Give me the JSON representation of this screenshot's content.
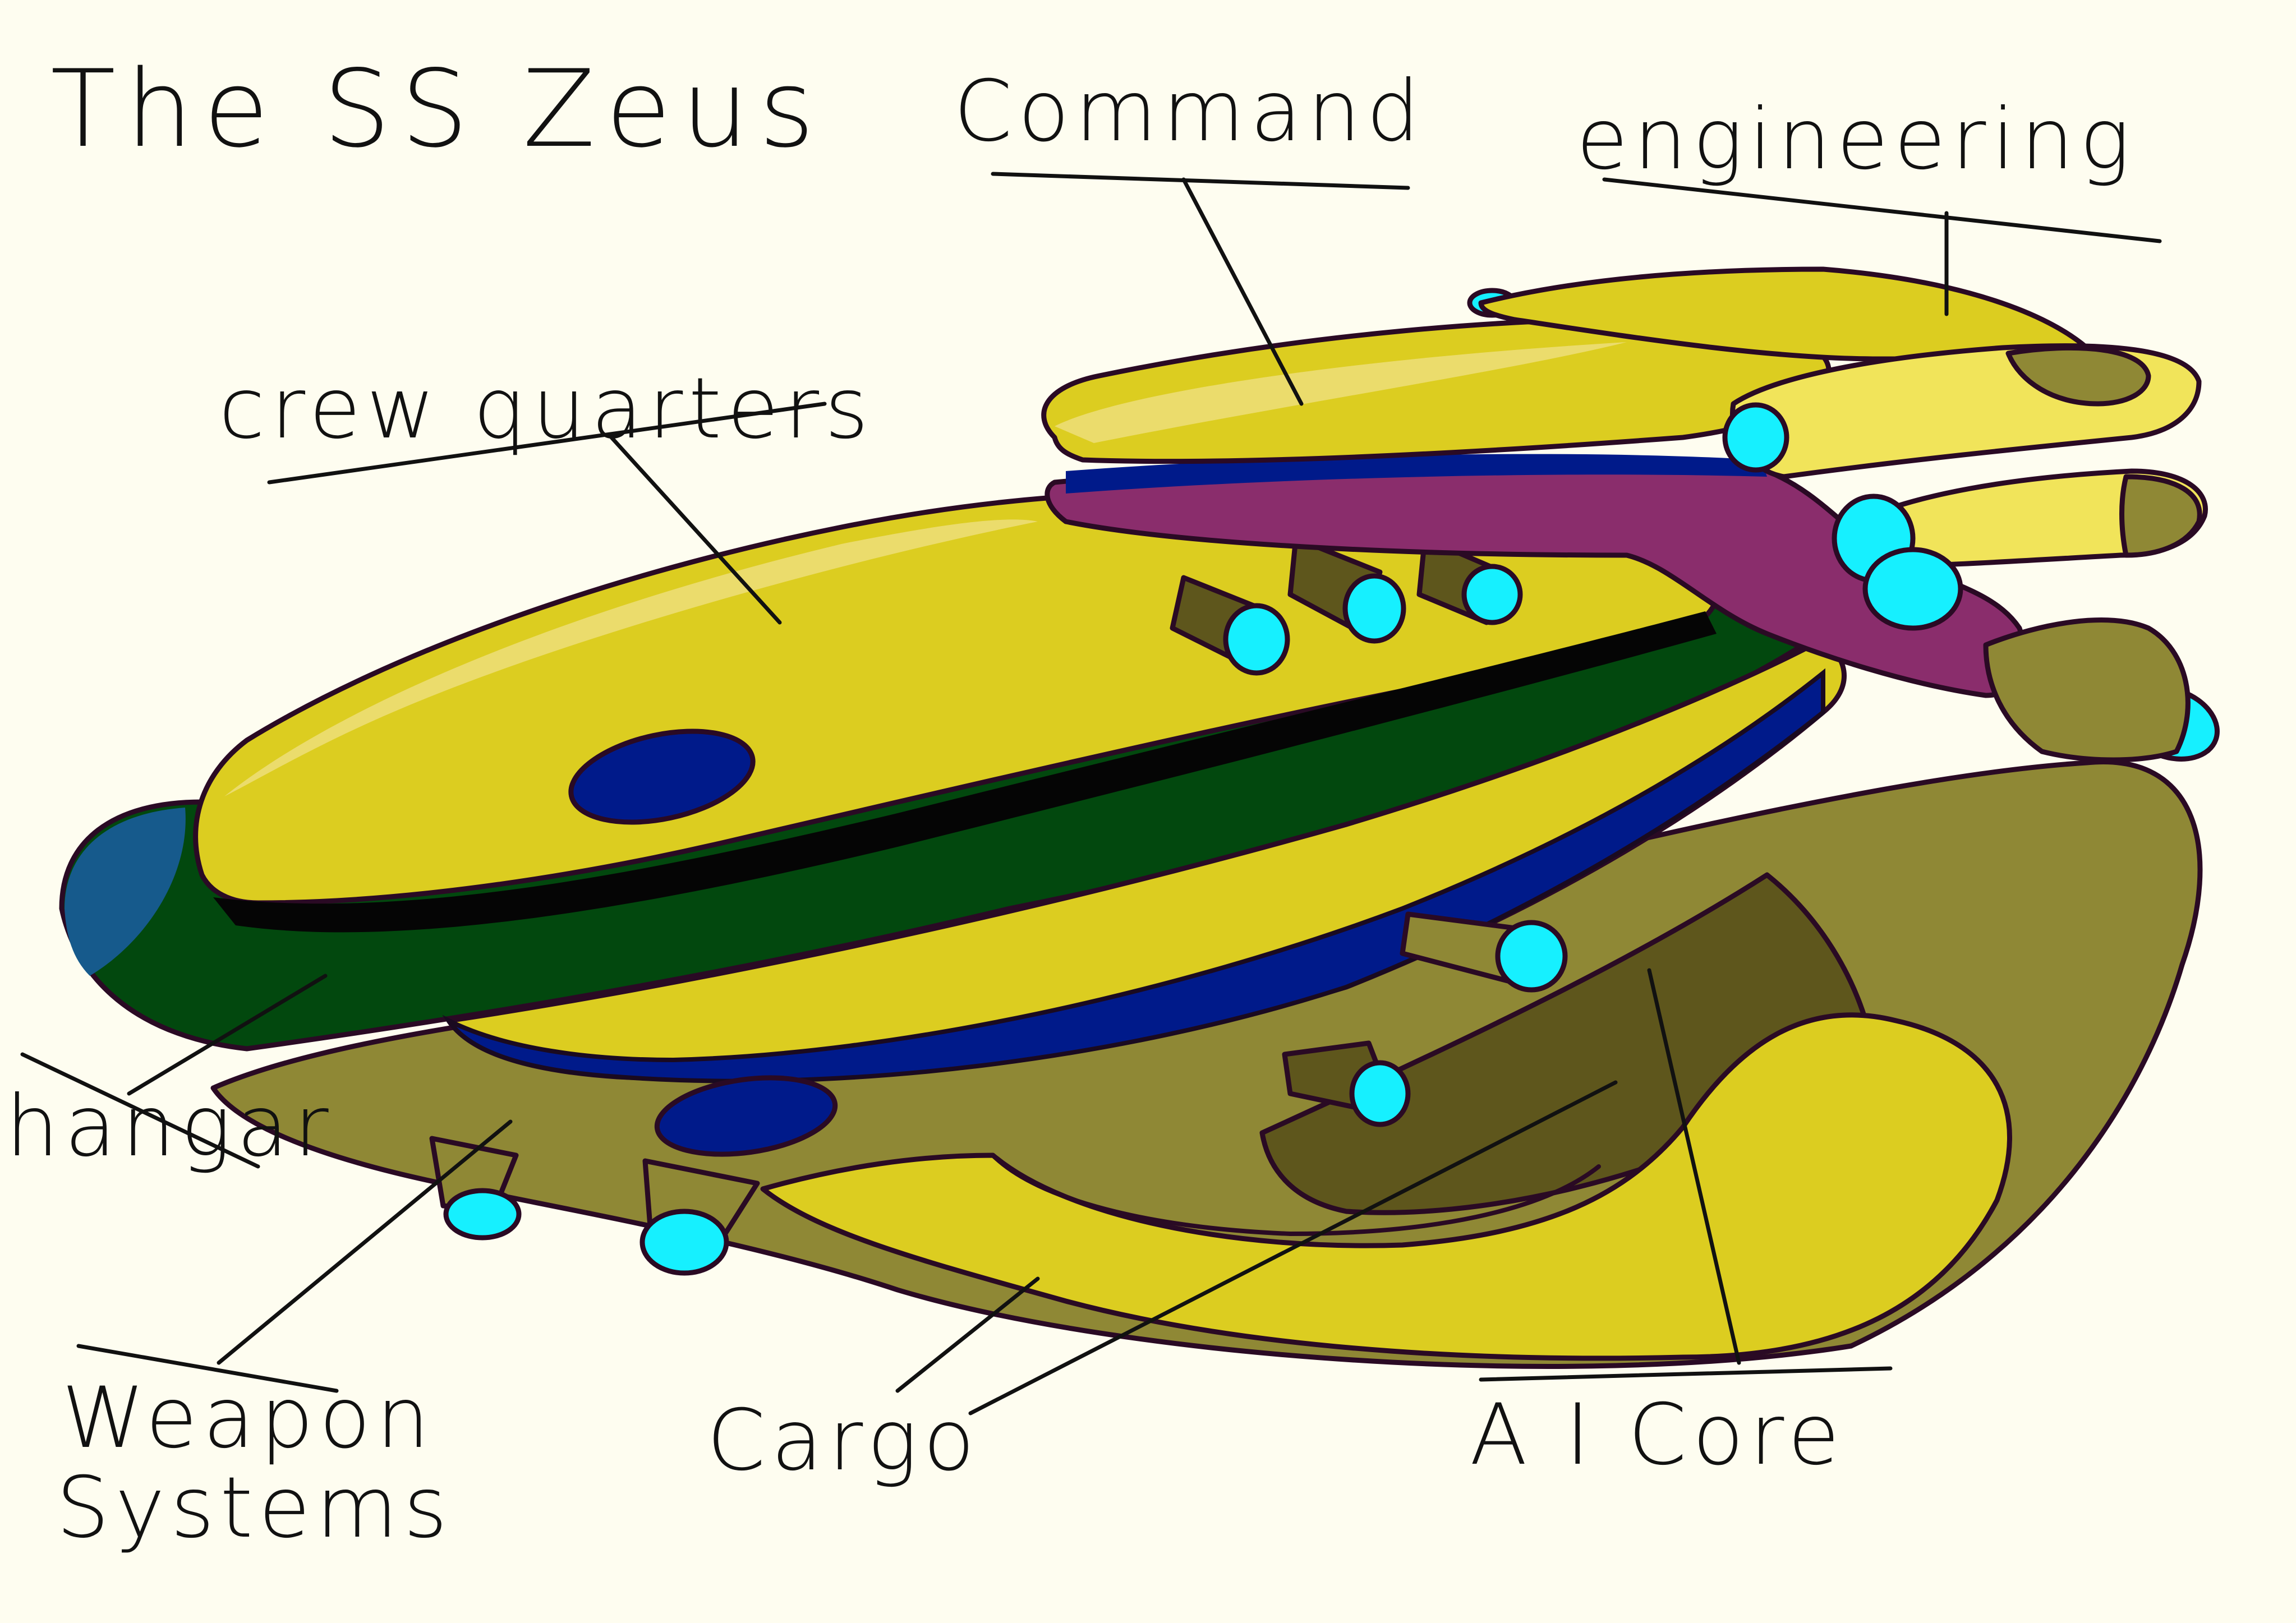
{
  "title": "The SS Zeus",
  "labels": {
    "command": "Command",
    "engineering": "engineering",
    "crew_quarters": "crew quarters",
    "hangar": "hangar",
    "weapon_systems_line1": "Weapon",
    "weapon_systems_line2": "Systems",
    "cargo": "Cargo",
    "ai_core": "A I Core"
  },
  "colors": {
    "background": "#fefdf0",
    "hull_yellow": "#dccd20",
    "hull_olive": "#8f8835",
    "hull_dark_olive": "#5e561c",
    "deck_green": "#02480e",
    "hangar_blue": "#165a8c",
    "purple_band": "#8a2d6c",
    "navy": "#001a8a",
    "cyan_light": "#16f0ff",
    "outline": "#2a0a24"
  }
}
